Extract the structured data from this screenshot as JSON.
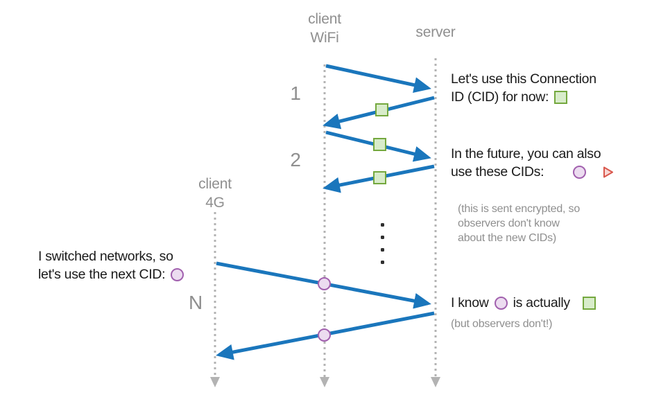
{
  "colors": {
    "arrow_blue": "#1a76bc",
    "lifeline_gray": "#b3b3b3",
    "label_gray": "#8f8f8f",
    "note_gray": "#8f8f8f",
    "text_dark": "#1a1a1a",
    "cid_green_fill": "#d8ecca",
    "cid_green_stroke": "#74a83e",
    "cid_purple_fill": "#ecdcf0",
    "cid_purple_stroke": "#a160ae",
    "cid_red_fill": "#f8d6d3",
    "cid_red_stroke": "#d9574c",
    "ellipsis_dark": "#2f2f2f"
  },
  "lifelines": {
    "client_wifi": {
      "line1": "client",
      "line2": "WiFi"
    },
    "server": {
      "label": "server"
    },
    "client_4g": {
      "line1": "client",
      "line2": "4G"
    }
  },
  "steps": {
    "step1": "1",
    "step2": "2",
    "stepN": "N"
  },
  "messages": {
    "msg1": {
      "line1": "Let's use this Connection",
      "line2": "ID (CID) for now:"
    },
    "msg2": {
      "line1": "In the future, you can also",
      "line2": "use these CIDs:"
    },
    "note1": {
      "line1": "(this is sent encrypted, so",
      "line2": "observers don't know",
      "line3": "about the new CIDs)"
    },
    "msg3": {
      "line1": "I switched networks, so",
      "line2": "let's use the next CID:"
    },
    "msg4": {
      "part1": "I know",
      "part2": "is actually"
    },
    "note2": "(but observers don't!)"
  }
}
